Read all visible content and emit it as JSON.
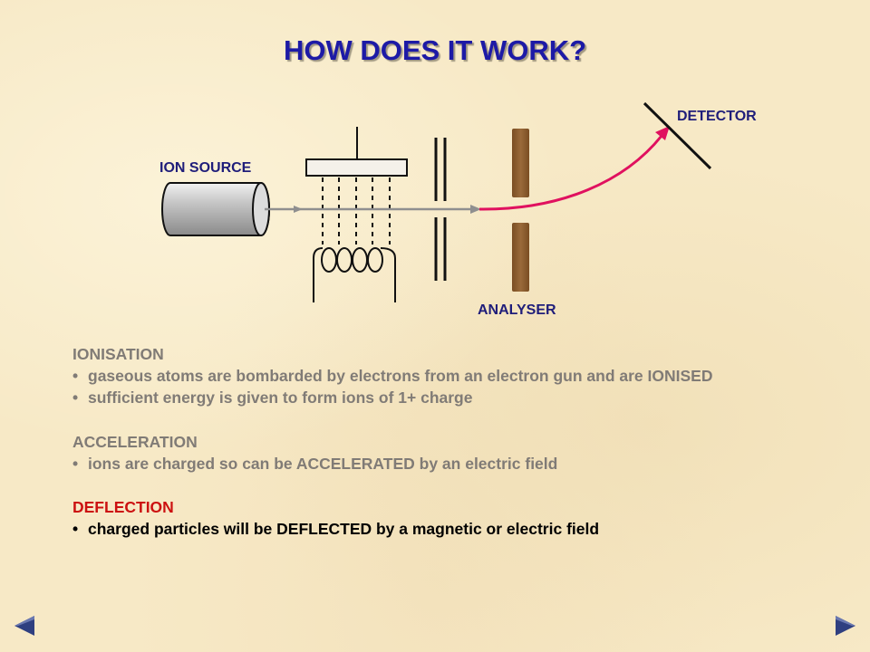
{
  "title": "HOW DOES IT WORK?",
  "diagram": {
    "labels": {
      "detector": "DETECTOR",
      "ion_source": "ION SOURCE",
      "analyser": "ANALYSER"
    }
  },
  "sections": {
    "ionisation": {
      "heading": "IONISATION",
      "bullets": [
        "gaseous atoms are bombarded by electrons from an electron gun and are IONISED",
        "sufficient energy is given to form ions of 1+ charge"
      ]
    },
    "acceleration": {
      "heading": "ACCELERATION",
      "bullets": [
        "ions are charged so can be ACCELERATED by an electric field"
      ]
    },
    "deflection": {
      "heading": "DEFLECTION",
      "bullets": [
        "charged particles will be DEFLECTED by a magnetic or electric field"
      ]
    }
  },
  "bullet_symbol": "•",
  "colors": {
    "title": "#1d1aa6",
    "label": "#1f1d7a",
    "text_inactive": "#807b76",
    "text_active_heading": "#cc1111",
    "ion_path": "#e0115f",
    "magnet": "#8b5a2b",
    "nav_arrow": "#2f3f80"
  },
  "icons": {
    "prev": "triangle-left-icon",
    "next": "triangle-right-icon"
  }
}
